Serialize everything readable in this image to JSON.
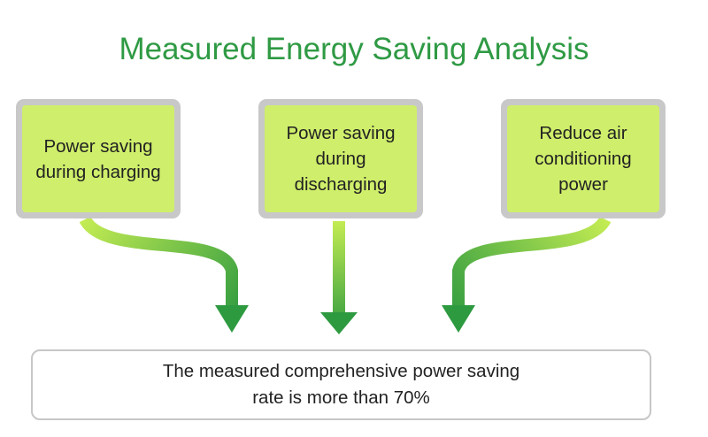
{
  "title": "Measured Energy Saving Analysis",
  "factors": [
    {
      "label": "Power saving\nduring charging"
    },
    {
      "label": "Power saving\nduring\ndischarging"
    },
    {
      "label": "Reduce air\nconditioning\npower"
    }
  ],
  "conclusion": "The measured comprehensive power saving\nrate is more than 70%",
  "colors": {
    "title": "#2f9a44",
    "card_fill": "#cfee6b",
    "card_border": "#c8c8c8",
    "arrow_light": "#c4ec53",
    "arrow_dark": "#2e9a40"
  }
}
